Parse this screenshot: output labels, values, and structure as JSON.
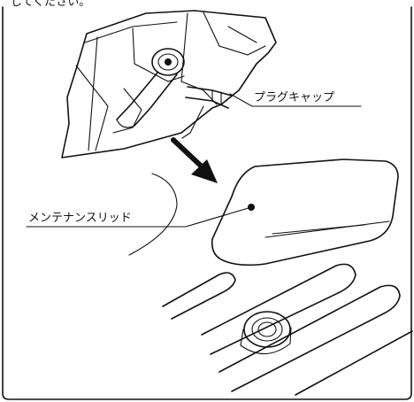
{
  "top_text": "してください。",
  "labels": {
    "plug_cap": "プラグキャップ",
    "maintenance_lid": "メンテナンスリッド"
  },
  "colors": {
    "ink": "#111111",
    "background": "#ffffff"
  }
}
